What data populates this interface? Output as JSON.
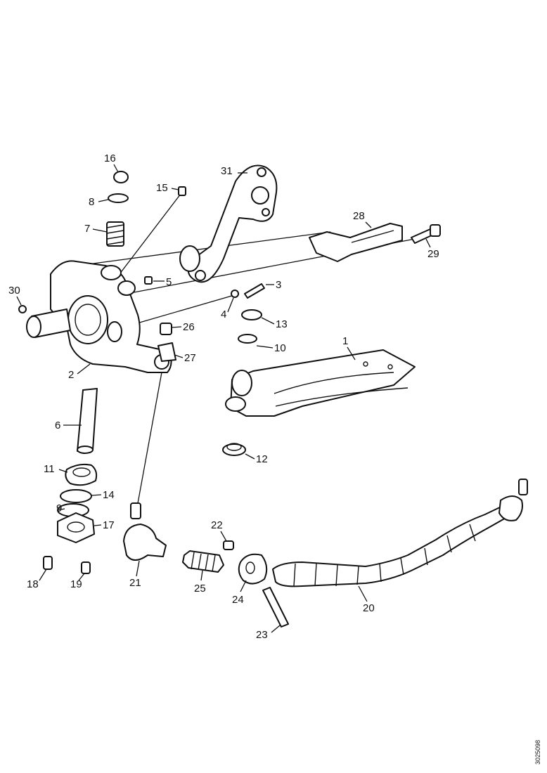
{
  "diagram": {
    "callouts": [
      "1",
      "2",
      "3",
      "4",
      "5",
      "6",
      "7",
      "8",
      "9",
      "10",
      "11",
      "12",
      "13",
      "14",
      "15",
      "16",
      "17",
      "18",
      "19",
      "20",
      "21",
      "22",
      "23",
      "24",
      "25",
      "26",
      "27",
      "28",
      "29",
      "30",
      "31"
    ],
    "reference_code": "3025098"
  }
}
